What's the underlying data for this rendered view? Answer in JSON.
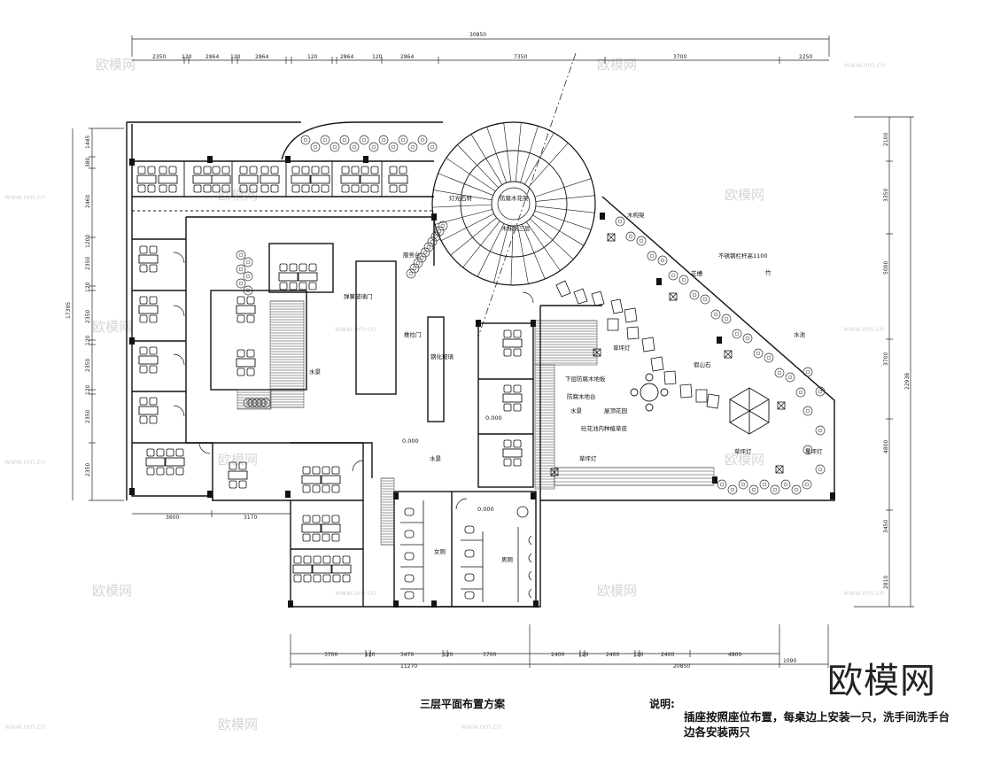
{
  "drawing": {
    "title": "三层平面布置方案",
    "notes_heading": "说明:",
    "notes_body": "插座按照座位布置，每桌边上安装一只，洗手间洗手台边各安装两只"
  },
  "brand": {
    "logo_text": "欧模网"
  },
  "watermark": {
    "text": "欧模网",
    "url": "www.om.cn"
  },
  "dimensions": {
    "top_total": "30850",
    "top_segments": [
      "2350",
      "120",
      "2864",
      "120",
      "2864",
      "120",
      "2864",
      "120",
      "2864",
      "7350",
      "3700",
      "2250"
    ],
    "right_total": "22938",
    "right_segments": [
      "2100",
      "3350",
      "5000",
      "3700",
      "4800",
      "3450",
      "2810"
    ],
    "left_total": "17395",
    "left_segments": [
      "1445",
      "380",
      "2460",
      "1200",
      "2350",
      "120",
      "2350",
      "120",
      "2350",
      "120",
      "2350",
      "2350"
    ],
    "bottom_left_total": "11270",
    "bottom_left_segments": [
      "3700",
      "120",
      "3470",
      "120",
      "3700"
    ],
    "bottom_right_total": "20850",
    "bottom_right_segments": [
      "2400",
      "120",
      "2400",
      "120",
      "2400",
      "4800"
    ],
    "bottom_far": "1090",
    "inner_left": [
      "3600",
      "3170"
    ]
  },
  "labels": {
    "stair": "木梯到三层",
    "bar": "服务台",
    "glass_door": "弹簧玻璃门",
    "waterfall": "水景",
    "water2": "水景",
    "water3": "水景",
    "door": "推拉门",
    "lamp": "灯光石材",
    "bamboo": "竹",
    "rockery": "假山石",
    "flower": "花槽",
    "garden": "屋顶花园",
    "pool": "水池",
    "light1": "草坪灯",
    "light2": "草坪灯",
    "light3": "草坪灯",
    "light4": "草坪灯",
    "rail": "不锈钢栏杆高1100",
    "frame": "木构架",
    "timber": "防腐木地台",
    "lattice": "防腐木花架",
    "glass_pane": "钢化玻璃",
    "deck_note": "下层防腐木地板",
    "planter_note": "砼花池内种植草皮",
    "level1": "0.000",
    "level2": "0.000",
    "level3": "0.000",
    "women": "女厕",
    "men": "男厕"
  }
}
